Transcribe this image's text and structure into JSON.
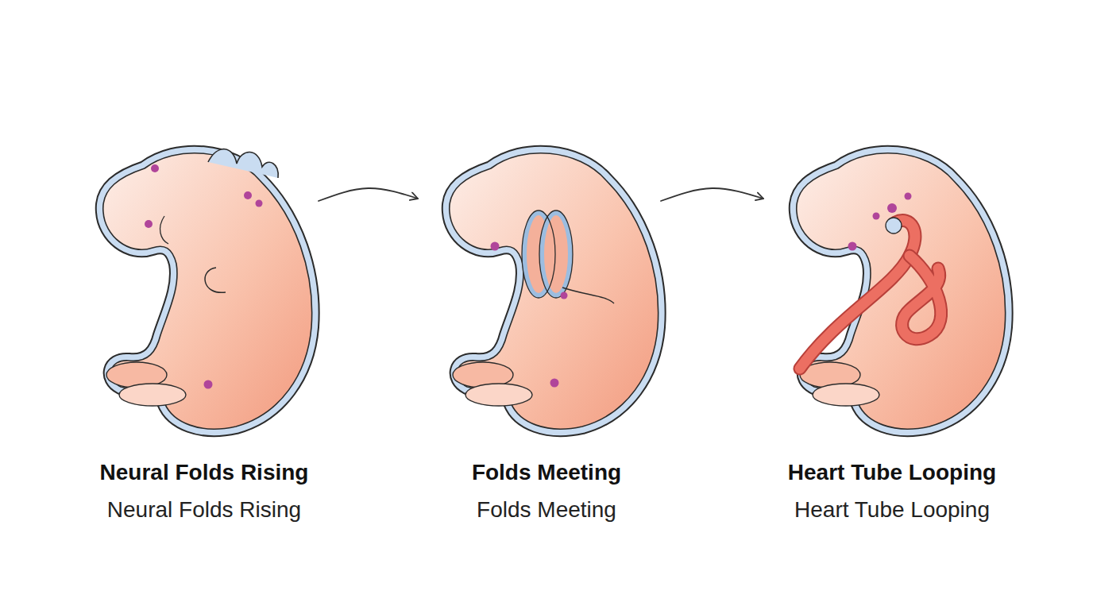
{
  "diagram": {
    "nodes": [
      {
        "text": [
          "Neural Folds Rising",
          "Neural Folds Rising"
        ]
      },
      {
        "text": [
          "Folds Meeting",
          "Folds Meeting"
        ]
      },
      {
        "text": [
          "Heart Tube Looping",
          "Heart Tube Looping"
        ]
      }
    ],
    "edges": [
      {
        "from": 0,
        "to": 1,
        "arrow": "to"
      },
      {
        "from": 1,
        "to": 2,
        "arrow": "to"
      }
    ]
  }
}
